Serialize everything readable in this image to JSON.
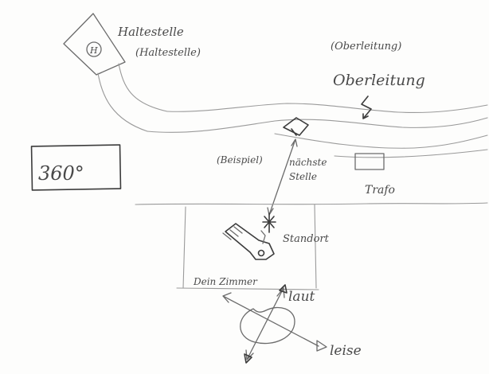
{
  "labels": {
    "stop_icon_letter": "H",
    "stop_name": "Haltestelle",
    "stop_name_paren": "(Haltestelle)",
    "overhead_paren": "(Oberleitung)",
    "overhead": "Oberleitung",
    "panorama": "360°",
    "example": "(Beispiel)",
    "next_spot_line1": "nächste",
    "next_spot_line2": "Stelle",
    "transformer": "Trafo",
    "location": "Standort",
    "room": "Dein Zimmer",
    "loud": "laut",
    "quiet": "leise"
  },
  "colors": {
    "paper": "#fdfdfc",
    "pencil": "#4a4a4a"
  }
}
